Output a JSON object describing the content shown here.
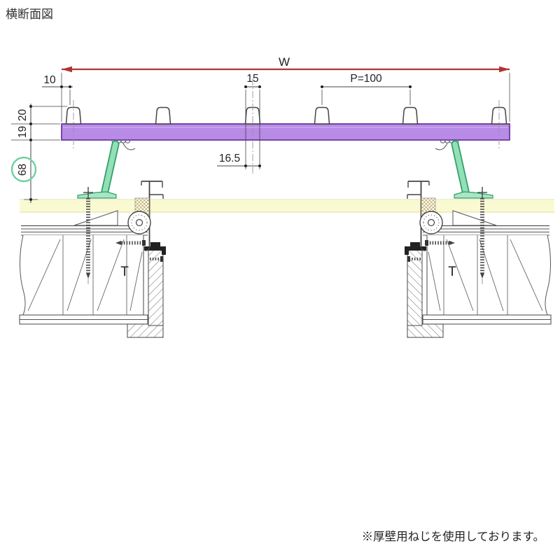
{
  "title": "横断面図",
  "note": "※厚壁用ねじを使用しております。",
  "dims": {
    "w": "W",
    "d10": "10",
    "d15": "15",
    "p": "P=100",
    "d165": "16.5",
    "d20": "20",
    "d19": "19",
    "d68": "68"
  },
  "labels": {
    "t_left": "T",
    "t_right": "T"
  },
  "colors": {
    "deck_board_fill": "#b88be6",
    "deck_board_outline": "#6b3b9e",
    "support_bracket_fill": "#93dfb6",
    "support_bracket_outline": "#2e9e66",
    "substrate_plate_fill": "#fafad2",
    "dimension_arrow_red": "#b03434",
    "highlight_circle_green": "#6fd0a0",
    "drawing_line": "#444444"
  }
}
